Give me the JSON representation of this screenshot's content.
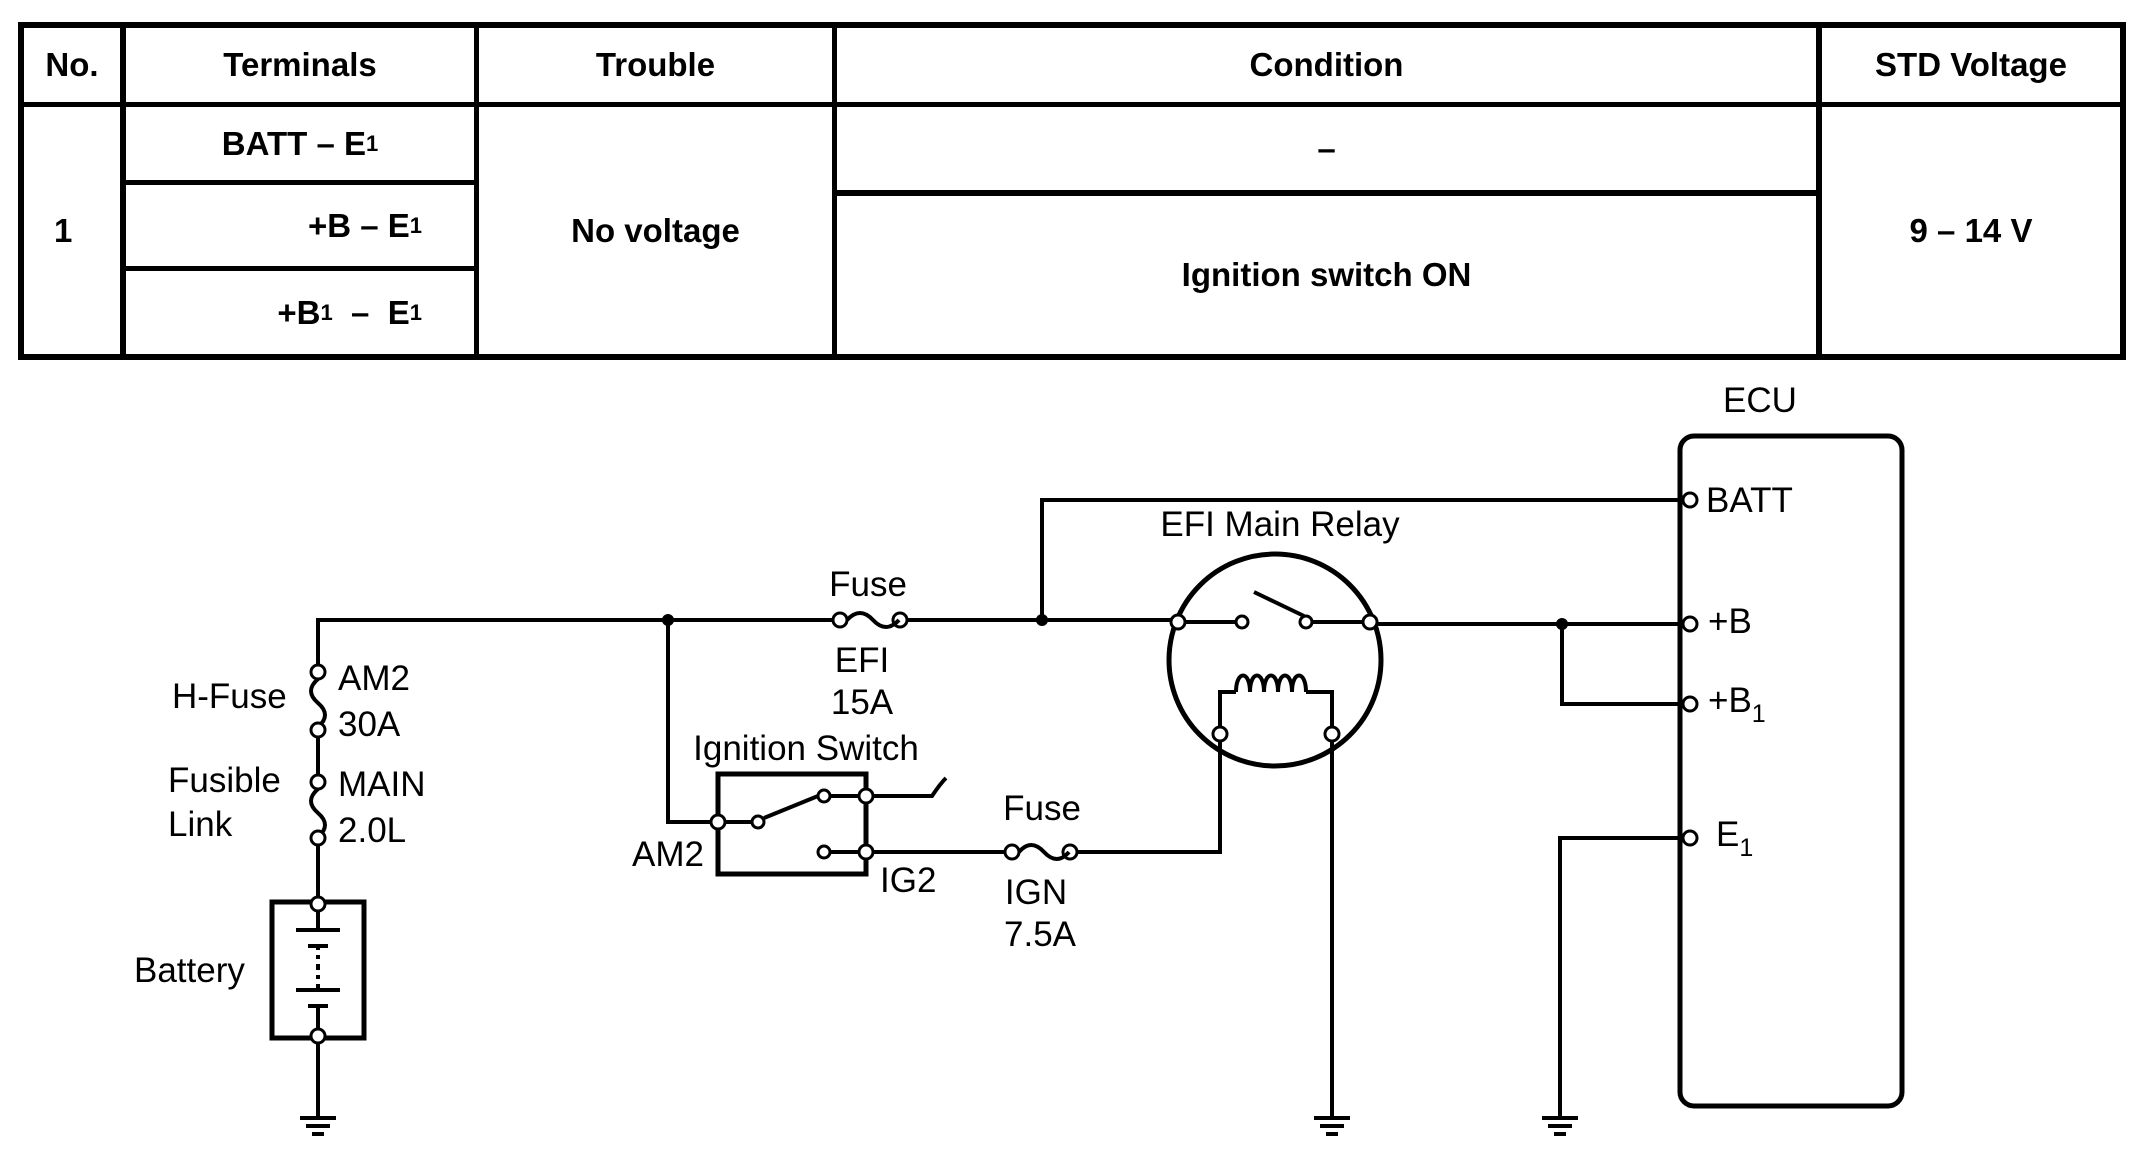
{
  "table": {
    "headers": {
      "no": "No.",
      "terminals": "Terminals",
      "trouble": "Trouble",
      "condition": "Condition",
      "std_voltage": "STD Voltage"
    },
    "row": {
      "no": "1",
      "terminals": [
        "BATT – E",
        "+B – E",
        "+B – E"
      ],
      "terminal_subscripts": [
        "1",
        "1",
        "1"
      ],
      "terminal_b1_subscript": "1",
      "trouble": "No voltage",
      "condition_batt": "–",
      "condition_other": "Ignition switch ON",
      "std_voltage": "9 – 14 V"
    }
  },
  "diagram": {
    "ecu": {
      "title": "ECU",
      "pins": {
        "batt": "BATT",
        "b": "+B",
        "b1": "+B",
        "b1_sub": "1",
        "e1": "E",
        "e1_sub": "1"
      }
    },
    "relay": {
      "label": "EFI Main Relay"
    },
    "fuse_efi": {
      "label": "Fuse",
      "name": "EFI",
      "rating": "15A"
    },
    "fuse_ign": {
      "label": "Fuse",
      "name": "IGN",
      "rating": "7.5A"
    },
    "ignition_switch": {
      "label": "Ignition Switch",
      "in": "AM2",
      "out": "IG2"
    },
    "h_fuse": {
      "label": "H-Fuse",
      "name": "AM2",
      "rating": "30A"
    },
    "fusible_link": {
      "label_1": "Fusible",
      "label_2": "Link",
      "name": "MAIN",
      "rating": "2.0L"
    },
    "battery": {
      "label": "Battery"
    }
  }
}
